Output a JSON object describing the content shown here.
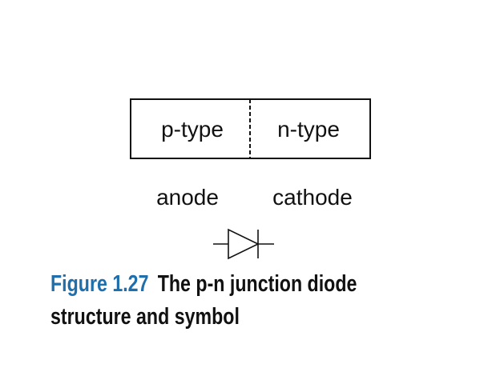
{
  "diagram": {
    "left_region": "p-type",
    "right_region": "n-type",
    "anode_label": "anode",
    "cathode_label": "cathode"
  },
  "caption": {
    "figure_number": "Figure 1.27",
    "line1": "The p-n junction diode",
    "line2": "structure and symbol"
  },
  "colors": {
    "figure_number": "#1f6fad",
    "stroke": "#111111"
  }
}
